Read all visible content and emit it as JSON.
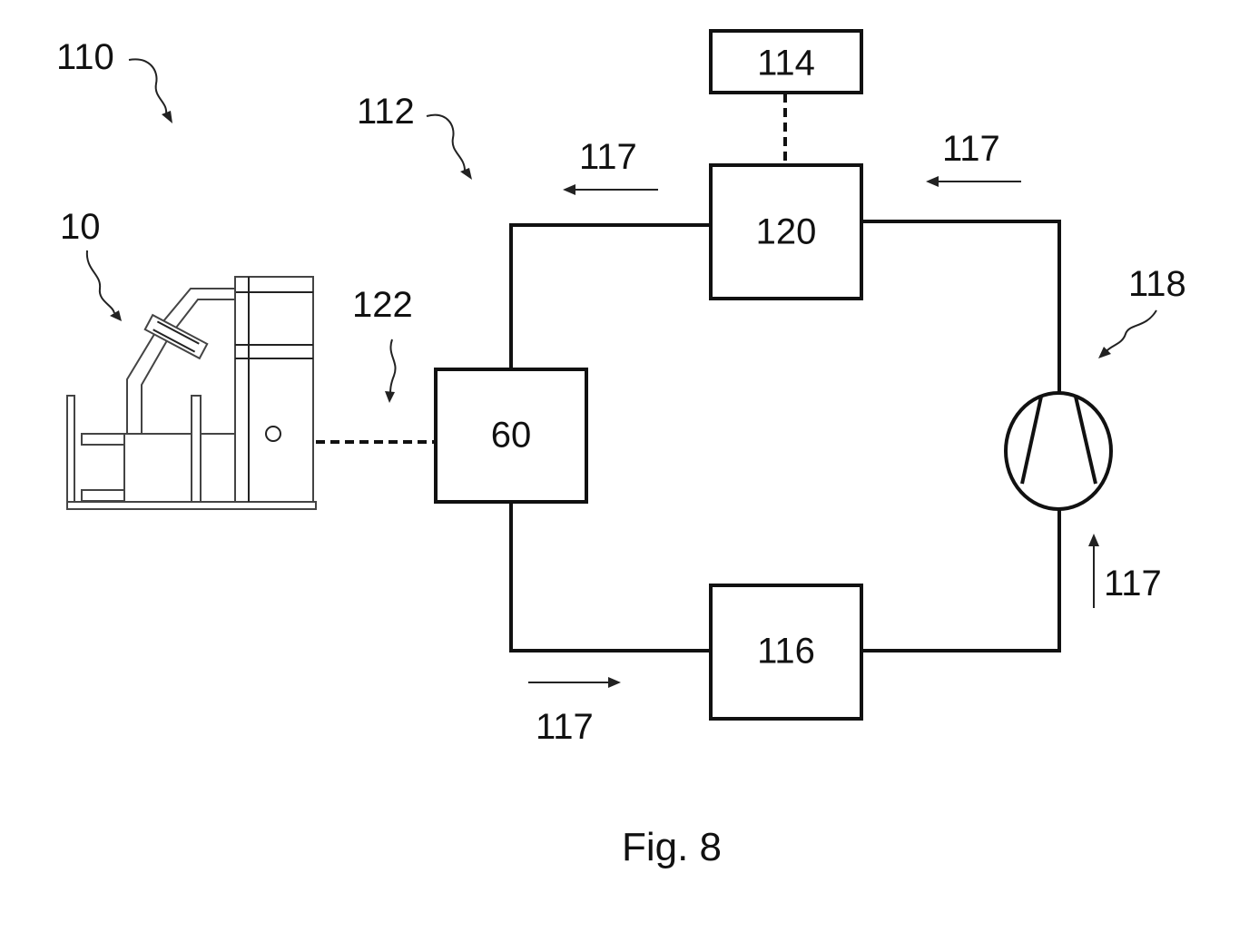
{
  "labels": {
    "system": "110",
    "circuit": "112",
    "machine": "10",
    "connection": "122",
    "compressor": "118",
    "flow_top_left": "117",
    "flow_top_right": "117",
    "flow_right": "117",
    "flow_bottom": "117"
  },
  "boxes": {
    "b60": "60",
    "b114": "114",
    "b120": "120",
    "b116": "116"
  },
  "caption": "Fig. 8"
}
